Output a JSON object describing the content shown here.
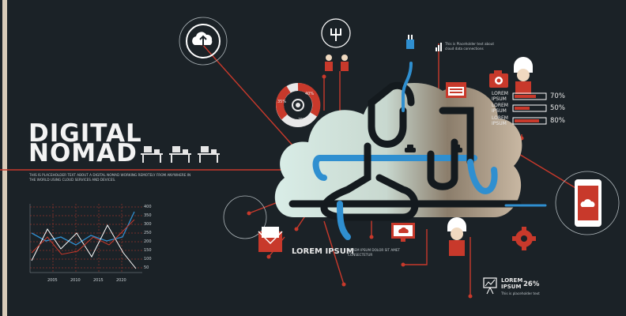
{
  "title_line1": "DIGITAL",
  "title_line2": "NOMAD",
  "body_text": "THIS IS PLACEHOLDER TEXT ABOUT A DIGITAL NOMAD WORKING REMOTELY FROM ANYWHERE IN THE WORLD USING CLOUD SERVICES AND DEVICES.",
  "center_label": "LOREM IPSUM",
  "center_fine": "LOREM IPSUM DOLOR SIT AMET CONSECTETUR",
  "top_note": "This is Placeholder text about cloud data connections",
  "battery_labels": [
    {
      "label": "LOREM IPSUM",
      "pct": "70%",
      "fill": 0.7
    },
    {
      "label": "LOREM IPSUM",
      "pct": "50%",
      "fill": 0.5
    },
    {
      "label": "LOREM IPSUM",
      "pct": "80%",
      "fill": 0.8
    }
  ],
  "donut_pcts": [
    "35%",
    "40%",
    "25%"
  ],
  "bottom_right": {
    "label1": "LOREM",
    "label2": "IPSUM",
    "pct": "26%",
    "fine": "This is placeholder text"
  },
  "chart_years": [
    "2005",
    "2010",
    "2015",
    "2020"
  ],
  "chart_yticks": [
    "400",
    "350",
    "300",
    "250",
    "200",
    "150",
    "100",
    "50"
  ],
  "colors": {
    "background": "#1b2227",
    "accent": "#c8392b",
    "blue": "#2f8fd0",
    "cloud": "#d6ebe6",
    "dark": "#141a1e"
  }
}
